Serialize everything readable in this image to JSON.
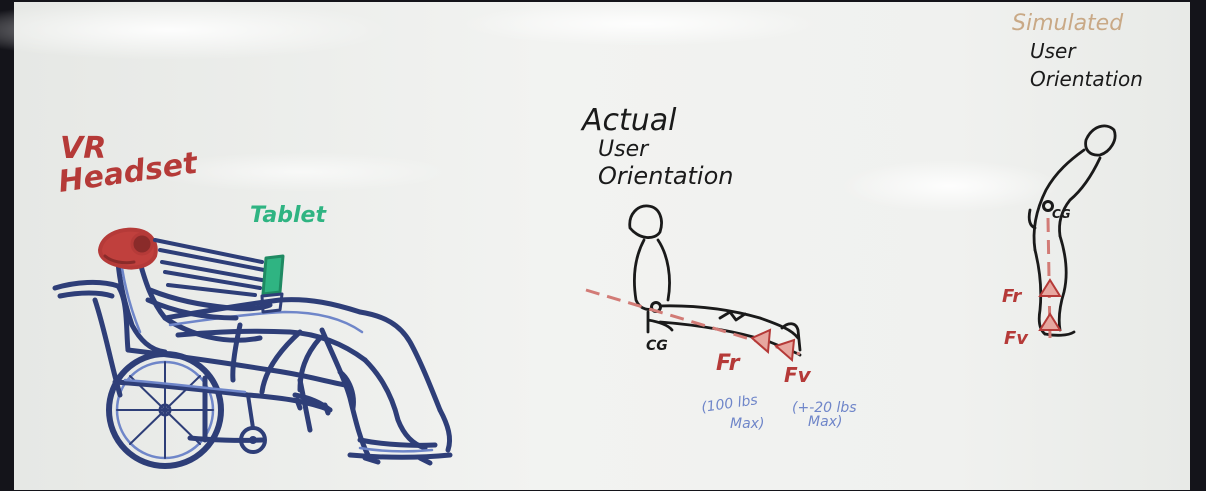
{
  "photo": {
    "subject": "whiteboard sketch",
    "colors": {
      "board": "#eef0ec",
      "black_marker": "#1a1a1a",
      "red_marker": "#b53a38",
      "pale_red_marker": "#e7a7a0",
      "green_marker": "#2fb482",
      "blue_marker": "#2e3e78",
      "light_blue_marker": "#6f86c9",
      "tan_marker": "#c9a986"
    }
  },
  "labels": {
    "vr_headset_line1": "VR",
    "vr_headset_line2": "Headset",
    "tablet": "Tablet",
    "actual_line1": "Actual",
    "actual_line2": "User",
    "actual_line3": "Orientation",
    "simulated_line1": "Simulated",
    "simulated_line2": "User",
    "simulated_line3": "Orientation",
    "cg_middle": "CG",
    "cg_right": "CG",
    "fr_middle": "Fr",
    "fv_middle": "Fv",
    "fr_right": "Fr",
    "fv_right": "Fv",
    "note_fr_line1": "(100 lbs",
    "note_fr_line2": "Max)",
    "note_fv_line1": "(+-20 lbs",
    "note_fv_line2": "Max)"
  }
}
